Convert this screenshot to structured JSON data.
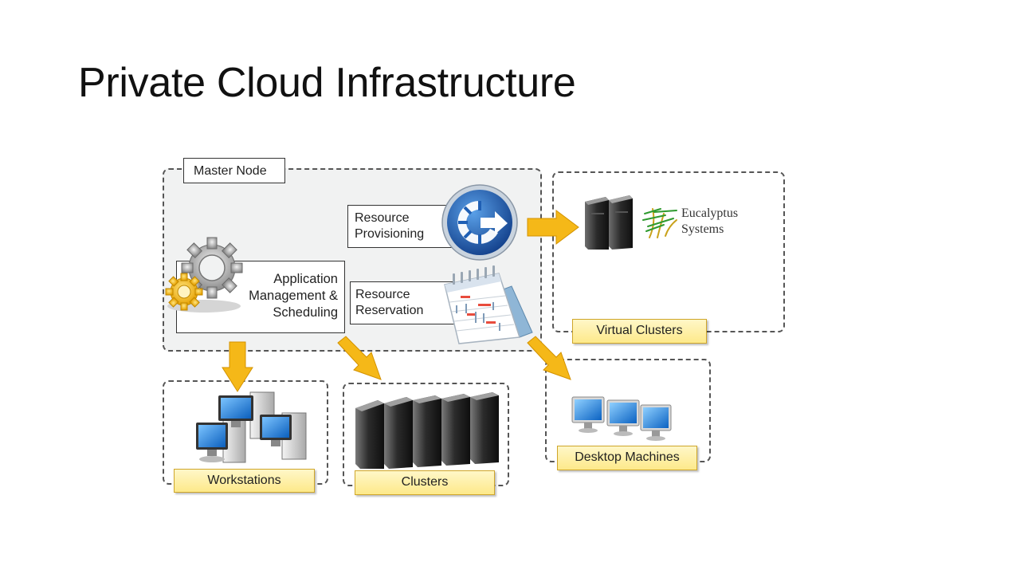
{
  "slide": {
    "title": "Private Cloud Infrastructure"
  },
  "master_node": {
    "label": "Master Node",
    "application_box": {
      "line1": "Application",
      "line2": "Management &",
      "line3": "Scheduling"
    },
    "provisioning_box": {
      "line1": "Resource",
      "line2": "Provisioning"
    },
    "reservation_box": {
      "line1": "Resource",
      "line2": "Reservation"
    }
  },
  "virtual_clusters": {
    "label": "Virtual Clusters",
    "vendor": {
      "line1": "Eucalyptus",
      "line2": "Systems"
    }
  },
  "workstations": {
    "label": "Workstations"
  },
  "clusters": {
    "label": "Clusters"
  },
  "desktop_machines": {
    "label": "Desktop Machines"
  },
  "colors": {
    "arrow": "#f5b818",
    "provisioning_icon": "#1f5fb4",
    "calendar_bar": "#e84c3d",
    "region_bg": "#f1f2f2"
  },
  "icons": {
    "gears": "gears-icon",
    "provisioning": "provisioning-arrow-icon",
    "calendar": "calendar-icon",
    "server": "server-tower-icon",
    "monitor": "monitor-icon",
    "bamboo": "eucalyptus-logo-icon"
  }
}
